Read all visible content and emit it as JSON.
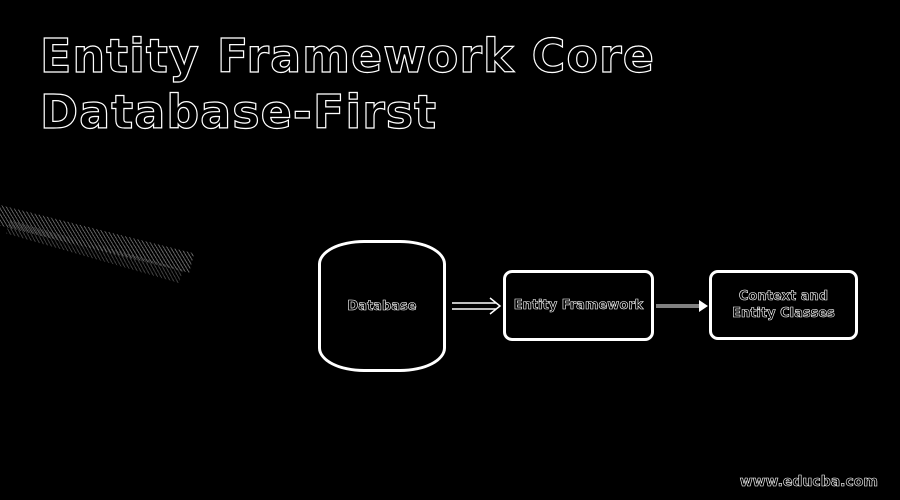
{
  "title": {
    "line1": "Entity Framework Core",
    "line2": "Database-First"
  },
  "nodes": {
    "database": "Database",
    "entity_framework": "Entity Framework",
    "context_line1": "Context and",
    "context_line2": "Entity Classes"
  },
  "watermark": "www.educba.com",
  "colors": {
    "background": "#000000",
    "foreground": "#ffffff"
  }
}
